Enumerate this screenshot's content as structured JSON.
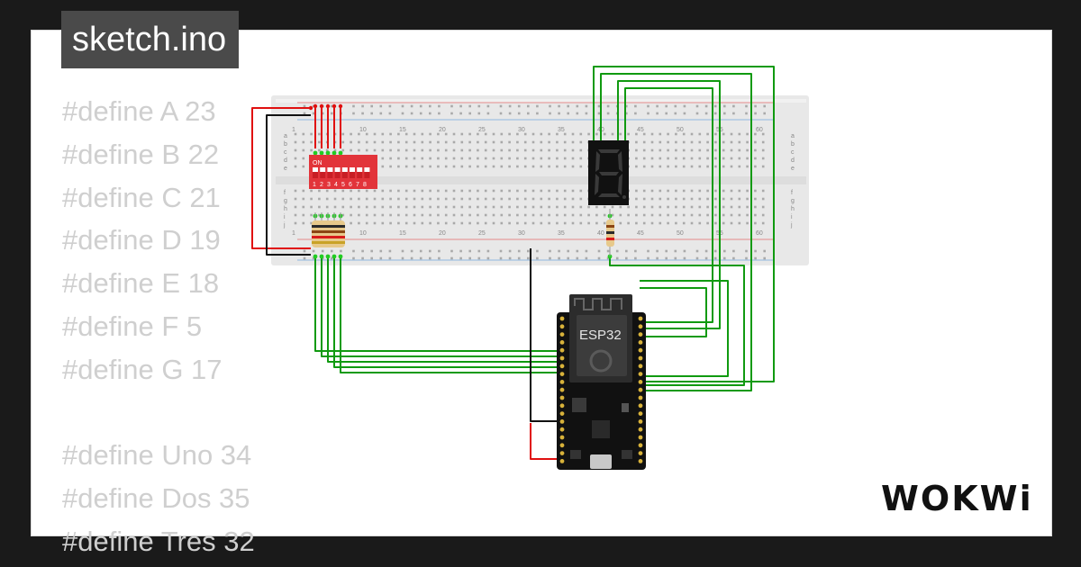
{
  "file_tab": {
    "label": "sketch.ino"
  },
  "code_lines": [
    "#define A 23",
    "#define B 22",
    "#define C 21",
    "#define D 19",
    "#define E 18",
    "#define F 5",
    "#define G 17",
    "",
    "#define Uno 34",
    "#define Dos 35",
    "#define Tres 32"
  ],
  "breadboard": {
    "column_numbers": [
      "1",
      "10",
      "15",
      "20",
      "25",
      "30",
      "35",
      "40",
      "45",
      "50",
      "55",
      "60"
    ],
    "row_letters_top": [
      "a",
      "b",
      "c",
      "d",
      "e"
    ],
    "row_letters_bottom": [
      "f",
      "g",
      "h",
      "i",
      "j"
    ]
  },
  "dip_switch": {
    "on_label": "ON",
    "numbers": [
      "1",
      "2",
      "3",
      "4",
      "5",
      "6",
      "7",
      "8"
    ]
  },
  "esp32": {
    "label": "ESP32"
  },
  "brand": {
    "logo_text": "WOKWi"
  },
  "colors": {
    "wire_green": "#109a10",
    "wire_red": "#e01010",
    "wire_black": "#111111",
    "dip_red": "#e2343a",
    "background": "#1a1a1a"
  }
}
